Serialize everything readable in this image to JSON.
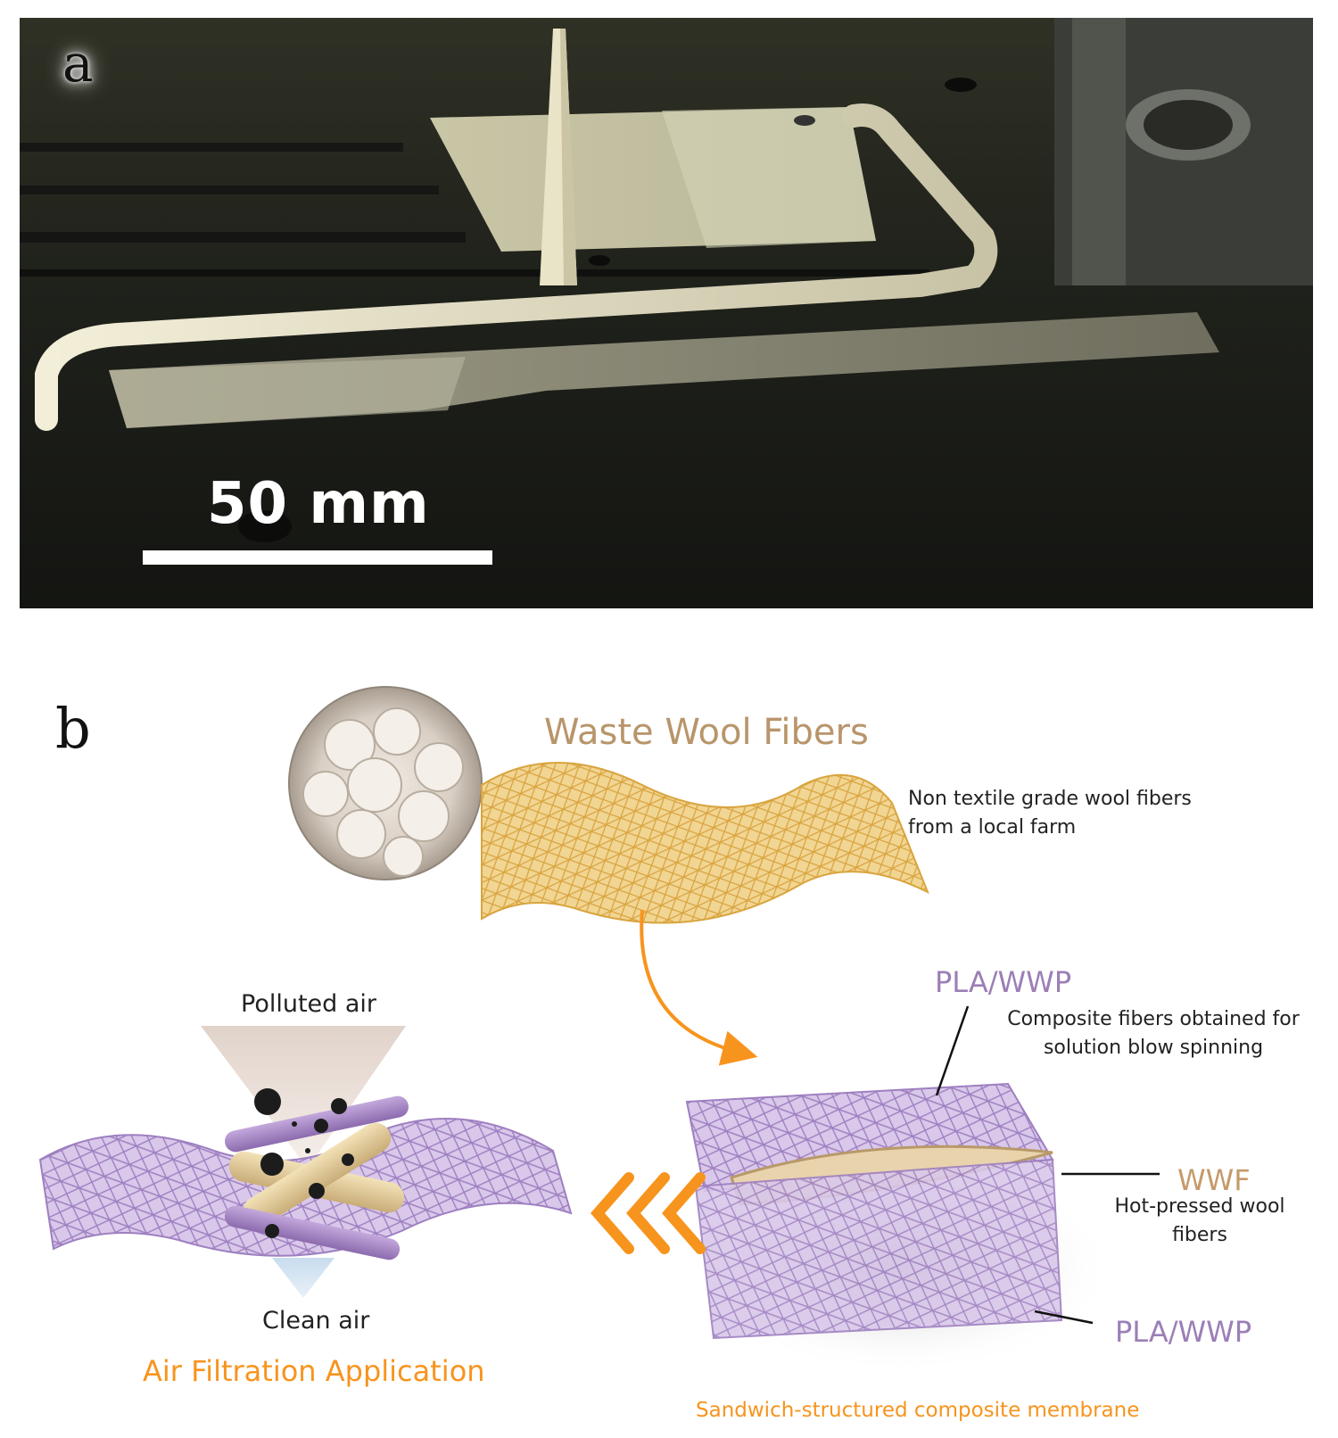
{
  "panel_a": {
    "letter": "a",
    "scale_bar_label": "50 mm"
  },
  "panel_b": {
    "letter": "b",
    "waste_wool_title": "Waste Wool Fibers",
    "waste_wool_description": "Non textile grade wool fibers from a local farm",
    "pla_top_label": "PLA/WWP",
    "pla_top_description": "Composite fibers obtained for solution blow spinning",
    "wwf_label": "WWF",
    "wwf_description": "Hot-pressed wool fibers",
    "pla_bottom_label": "PLA/WWP",
    "sandwich_caption": "Sandwich-structured composite membrane",
    "polluted_air_label": "Polluted air",
    "clean_air_label": "Clean air",
    "application_caption": "Air Filtration Application"
  },
  "colors": {
    "orange_accent": "#f7941d",
    "purple_fiber": "#a98bc6",
    "wool_gold": "#e6b858",
    "tan_label": "#b8956a"
  }
}
